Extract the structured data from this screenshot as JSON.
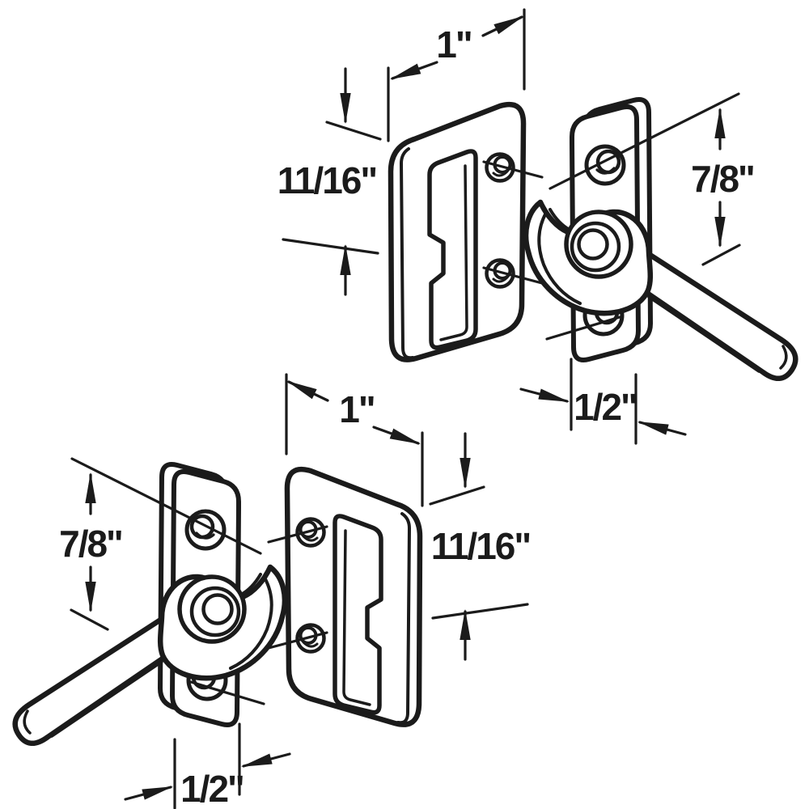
{
  "diagram": {
    "title": "window-sash-latch-and-keeper-dimension-drawing",
    "background_color": "#ffffff",
    "line_color": "#1b1b1b",
    "parts": {
      "top_keeper_plate": "strike-keeper-plate",
      "top_latch": "sash-latch-lever",
      "bottom_latch": "sash-latch-lever-mirrored",
      "bottom_keeper_plate": "strike-keeper-plate-mirrored"
    },
    "dimensions": {
      "top": {
        "plate_width": "1\"",
        "keeper_slot_height": "11/16\"",
        "latch_height": "7/8\"",
        "latch_width": "1/2\""
      },
      "bottom": {
        "plate_width": "1\"",
        "keeper_slot_height": "11/16\"",
        "latch_height": "7/8\"",
        "latch_width": "1/2\""
      }
    }
  }
}
